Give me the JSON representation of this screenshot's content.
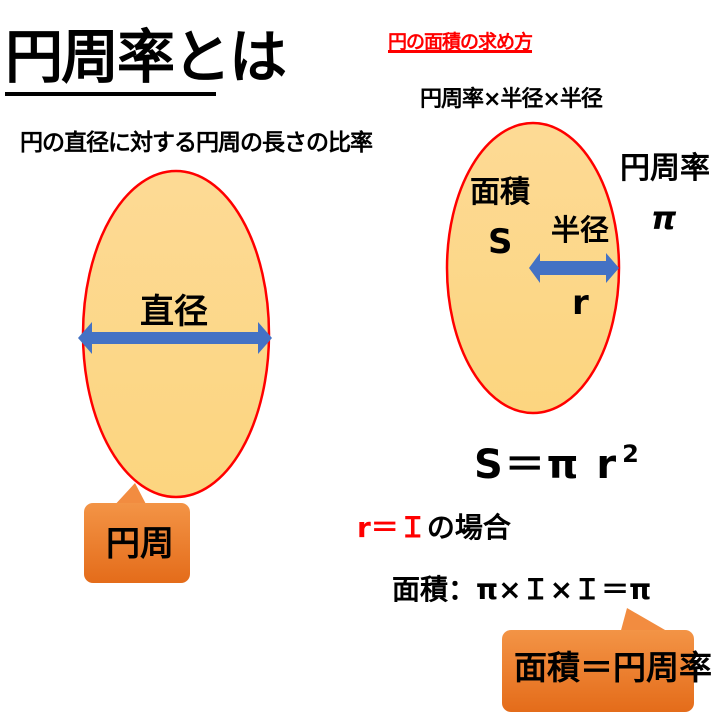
{
  "left": {
    "title": "円周率とは",
    "subtitle": "円の直径に対する円周の長さの比率",
    "circle": {
      "fill": "#FDD68A",
      "stroke": "#FF0000",
      "diameter_label": "直径",
      "arrow_color": "#4472C4"
    },
    "callout": {
      "text": "円周",
      "color": "#ED7D31"
    }
  },
  "right": {
    "heading": "円の面積の求め方",
    "heading_color": "#FF0000",
    "formula_words": "円周率×半径×半径",
    "circle": {
      "fill": "#FDD68A",
      "stroke": "#FF0000",
      "area_label": "面積",
      "area_symbol": "S",
      "radius_label": "半径",
      "radius_symbol": "r",
      "arrow_color": "#4472C4"
    },
    "pi_label": "円周率",
    "pi_symbol": "π",
    "formula": {
      "lhs": "S＝π r",
      "exponent": "2"
    },
    "case": {
      "condition": "r＝Ｉ",
      "suffix": "の場合"
    },
    "calculation": "面積：π×Ｉ×Ｉ＝π",
    "callout": {
      "text": "面積＝円周率",
      "color": "#ED7D31"
    }
  }
}
